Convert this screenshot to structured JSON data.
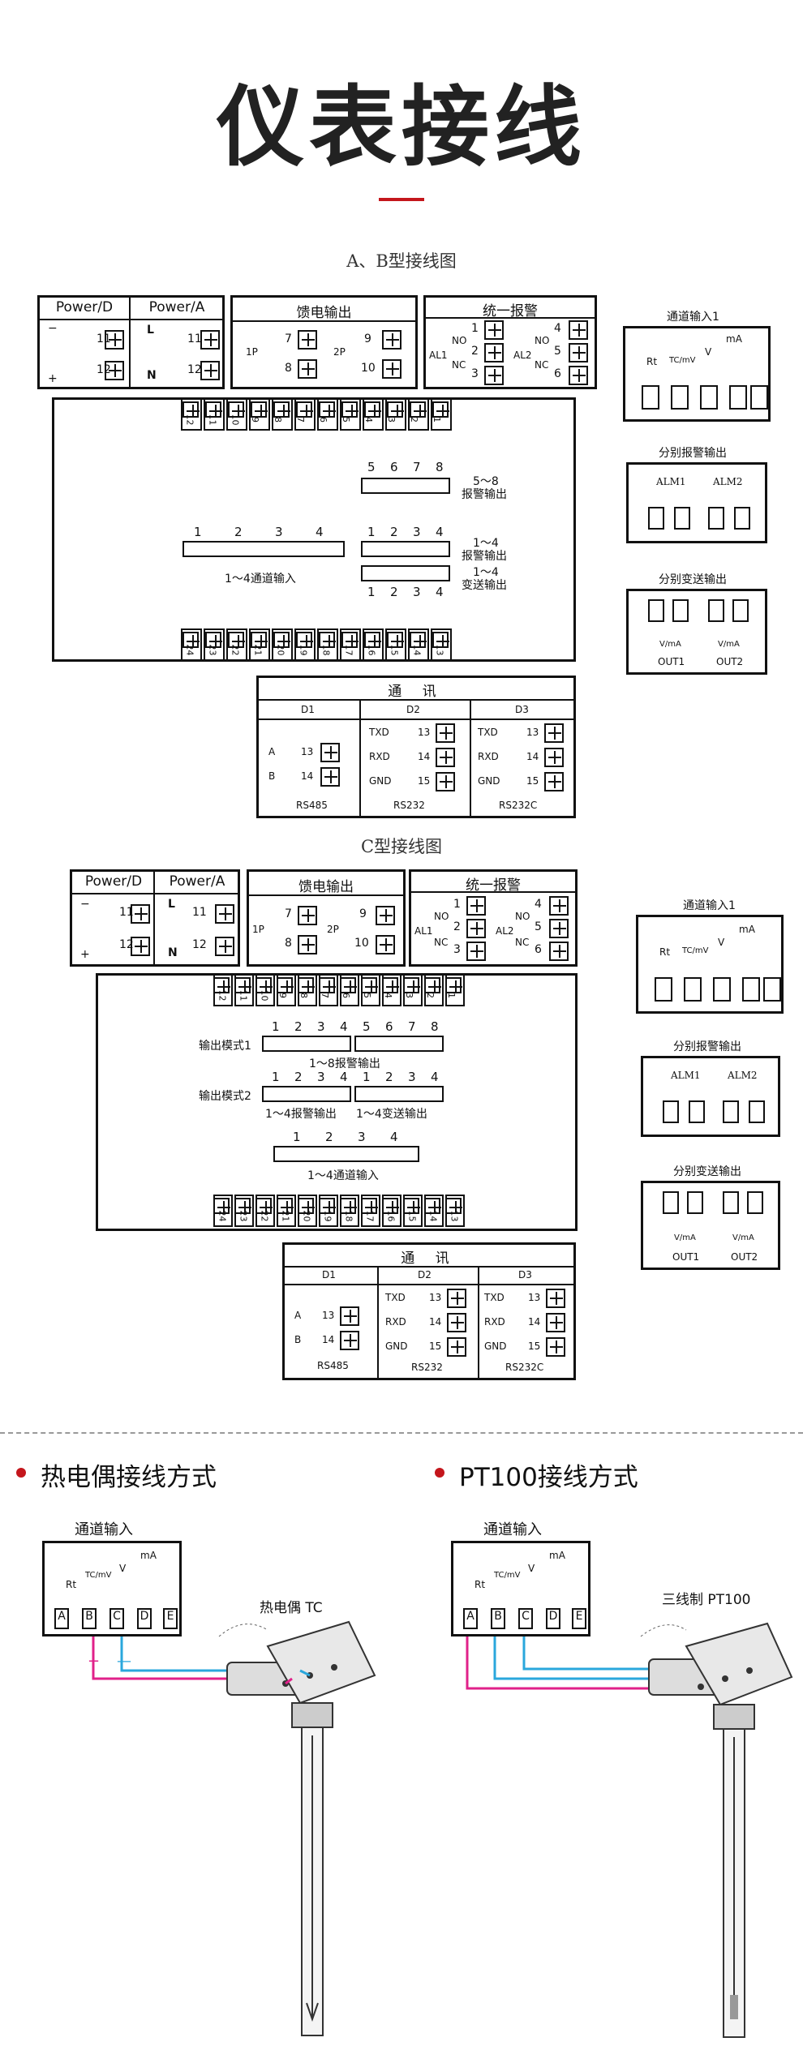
{
  "page": {
    "title": "仪表接线",
    "section_ab": "A、B型接线图",
    "section_c": "C型接线图",
    "tc_heading": "热电偶接线方式",
    "pt_heading": "PT100接线方式"
  },
  "ab": {
    "power_d": "Power/D",
    "power_a": "Power/A",
    "feed_out": "馈电输出",
    "unified_alarm": "统一报警",
    "terms_power_d": [
      "11",
      "12"
    ],
    "terms_power_a": [
      "11",
      "12"
    ],
    "power_a_L": "L",
    "power_a_N": "N",
    "feed_1p": "1P",
    "feed_2p": "2P",
    "feed_terms": [
      "7",
      "8",
      "9",
      "10"
    ],
    "alarm_al1": "AL1",
    "alarm_al2": "AL2",
    "alarm_terms_left": [
      "1",
      "2",
      "3"
    ],
    "alarm_terms_right": [
      "4",
      "5",
      "6"
    ],
    "no": "NO",
    "nc": "NC",
    "top_terms": [
      "12",
      "11",
      "10",
      "9",
      "8",
      "7",
      "6",
      "5",
      "4",
      "3",
      "2",
      "1"
    ],
    "bottom_terms": [
      "24",
      "23",
      "22",
      "21",
      "20",
      "19",
      "18",
      "17",
      "16",
      "15",
      "14",
      "13"
    ],
    "alarm_nums_58": [
      "5",
      "6",
      "7",
      "8"
    ],
    "alarm_58_label1": "5～8",
    "alarm_58_label2": "报警输出",
    "input_nums": [
      "1",
      "2",
      "3",
      "4"
    ],
    "input_label": "1～4通道输入",
    "alarm_14_nums": [
      "1",
      "2",
      "3",
      "4"
    ],
    "alarm_14_label1": "1～4",
    "alarm_14_label2": "报警输出",
    "trans_14_nums": [
      "1",
      "2",
      "3",
      "4"
    ],
    "trans_14_label1": "1～4",
    "trans_14_label2": "变送输出"
  },
  "comm": {
    "title": "通 讯",
    "d1": "D1",
    "d2": "D2",
    "d3": "D3",
    "a": "A",
    "b": "B",
    "txd": "TXD",
    "rxd": "RXD",
    "gnd": "GND",
    "t13": "13",
    "t14": "14",
    "t15": "15",
    "rs485": "RS485",
    "rs232": "RS232",
    "rs232c": "RS232C"
  },
  "side": {
    "channel_input": "通道输入1",
    "rt": "Rt",
    "tcmv": "TC/mV",
    "v": "V",
    "ma": "mA",
    "sep_alarm": "分别报警输出",
    "alm1": "ALM1",
    "alm2": "ALM2",
    "sep_trans": "分别变送输出",
    "vma": "V/mA",
    "out1": "OUT1",
    "out2": "OUT2"
  },
  "c": {
    "out_mode1": "输出模式1",
    "out_mode2": "输出模式2",
    "mode1_nums": [
      "1",
      "2",
      "3",
      "4",
      "5",
      "6",
      "7",
      "8"
    ],
    "mode1_label": "1～8报警输出",
    "mode2_nums": [
      "1",
      "2",
      "3",
      "4",
      "1",
      "2",
      "3",
      "4"
    ],
    "mode2_label_a": "1～4报警输出",
    "mode2_label_b": "1～4变送输出",
    "input_nums": [
      "1",
      "2",
      "3",
      "4"
    ],
    "input_label": "1～4通道输入"
  },
  "wiring": {
    "channel_input": "通道输入",
    "term_letters": [
      "A",
      "B",
      "C",
      "D",
      "E"
    ],
    "tc_label": "热电偶 TC",
    "pt_label": "三线制 PT100",
    "plus": "+",
    "minus": "—"
  },
  "colors": {
    "accent": "#c4161c",
    "wire_pink": "#e0218a",
    "wire_blue": "#2aa7dc"
  }
}
